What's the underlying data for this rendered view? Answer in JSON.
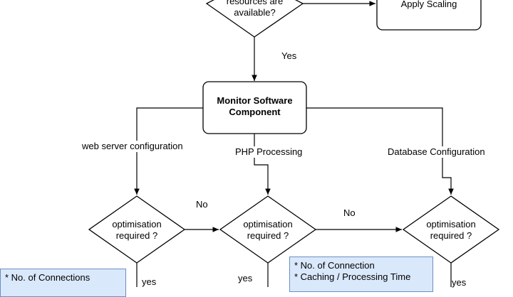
{
  "nodes": {
    "decision_resources": {
      "line1": "resources are",
      "line2": "available?"
    },
    "apply_scaling": {
      "label": "Apply Scaling"
    },
    "monitor": {
      "line1": "Monitor Software",
      "line2": "Component"
    },
    "opt_left": {
      "line1": "optimisation",
      "line2": "required ?"
    },
    "opt_mid": {
      "line1": "optimisation",
      "line2": "required ?"
    },
    "opt_right": {
      "line1": "optimisation",
      "line2": "required ?"
    }
  },
  "edge_labels": {
    "yes_top": "Yes",
    "web_server": "web server configuration",
    "php": "PHP Processing",
    "database": "Database Configuration",
    "no_left": "No",
    "no_mid": "No",
    "yes_left": "yes",
    "yes_mid": "yes",
    "yes_right": "yes"
  },
  "notes": {
    "left": {
      "line1": "* No. of Connections"
    },
    "middle": {
      "line1": "* No. of Connection",
      "line2": "* Caching / Processing Time"
    }
  },
  "colors": {
    "note_fill": "#dae8fc",
    "note_border": "#6c8ebf",
    "stroke": "#000000"
  }
}
